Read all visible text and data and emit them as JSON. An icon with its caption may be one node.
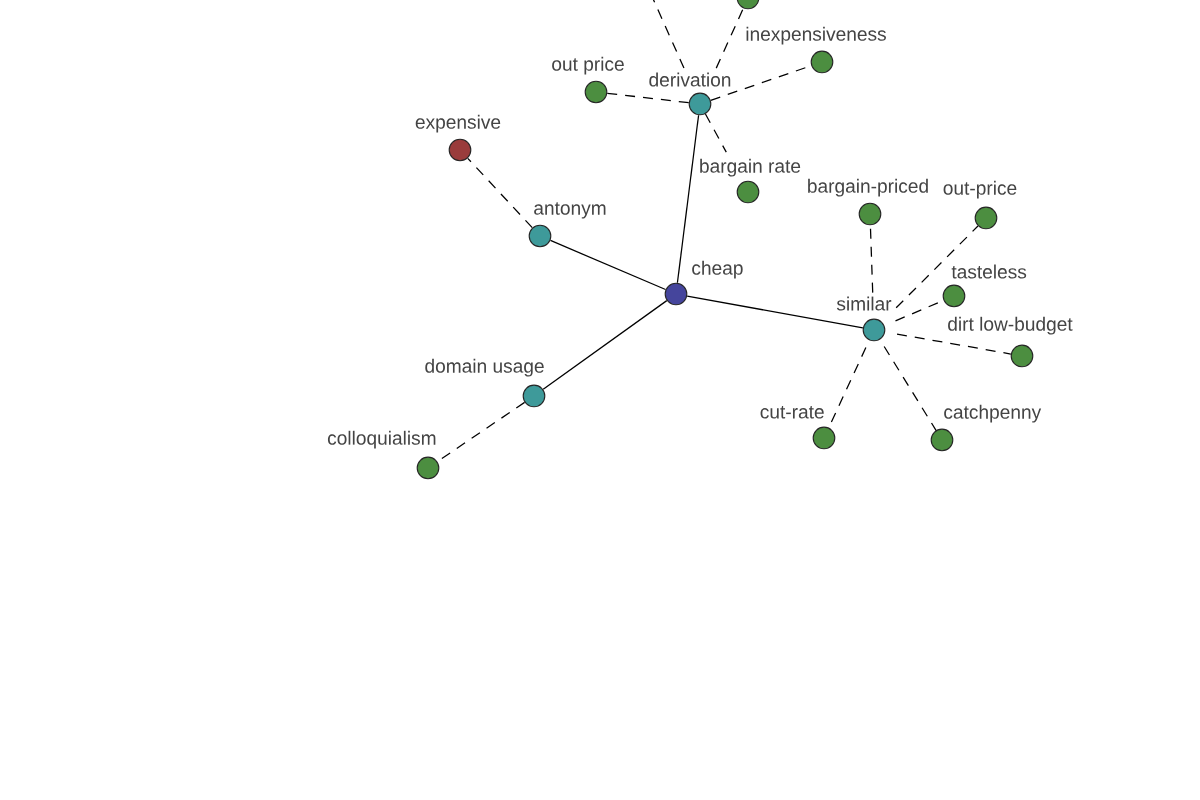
{
  "diagram": {
    "nodes": [
      {
        "text": [],
        "shape": "circle"
      },
      {
        "text": [
          "inexpensiveness"
        ]
      },
      {
        "text": [
          "out price"
        ]
      },
      {
        "text": [
          "derivation"
        ]
      },
      {
        "text": [
          "expensive"
        ]
      },
      {
        "text": [
          "bargain rate"
        ]
      },
      {
        "text": [
          "bargain-priced"
        ]
      },
      {
        "text": [
          "out-price"
        ]
      },
      {
        "text": [
          "antonym"
        ]
      },
      {
        "text": [
          "cheap"
        ]
      },
      {
        "text": [
          "tasteless"
        ]
      },
      {
        "text": [
          "similar"
        ]
      },
      {
        "text": [
          "dirt low-budget"
        ]
      },
      {
        "text": [
          "domain usage"
        ]
      },
      {
        "text": [
          "cut-rate"
        ]
      },
      {
        "text": [
          "catchpenny"
        ]
      },
      {
        "text": [
          "colloquialism"
        ]
      }
    ],
    "edges": [
      {
        "from": 9,
        "to": 8,
        "arrow": "none"
      },
      {
        "from": 8,
        "to": 4,
        "arrow": "none",
        "style": "dashed"
      },
      {
        "from": 9,
        "to": 13,
        "arrow": "none"
      },
      {
        "from": 13,
        "to": 16,
        "arrow": "none",
        "style": "dashed"
      },
      {
        "from": 9,
        "to": 3,
        "arrow": "none"
      },
      {
        "from": 3,
        "to": 2,
        "arrow": "none",
        "style": "dashed"
      },
      {
        "from": 3,
        "to": 0,
        "arrow": "none",
        "style": "dashed"
      },
      {
        "from": 3,
        "to": null,
        "arrow": "none",
        "style": "dashed"
      },
      {
        "from": 3,
        "to": 1,
        "arrow": "none",
        "style": "dashed"
      },
      {
        "from": 3,
        "to": 5,
        "arrow": "none",
        "style": "dashed"
      },
      {
        "from": 9,
        "to": 11,
        "arrow": "none"
      },
      {
        "from": 11,
        "to": 6,
        "arrow": "none",
        "style": "dashed"
      },
      {
        "from": 11,
        "to": 7,
        "arrow": "none",
        "style": "dashed"
      },
      {
        "from": 11,
        "to": 10,
        "arrow": "none",
        "style": "dashed"
      },
      {
        "from": 11,
        "to": 12,
        "arrow": "none",
        "style": "dashed"
      },
      {
        "from": 11,
        "to": 14,
        "arrow": "none",
        "style": "dashed"
      },
      {
        "from": 11,
        "to": 15,
        "arrow": "none",
        "style": "dashed"
      }
    ]
  }
}
